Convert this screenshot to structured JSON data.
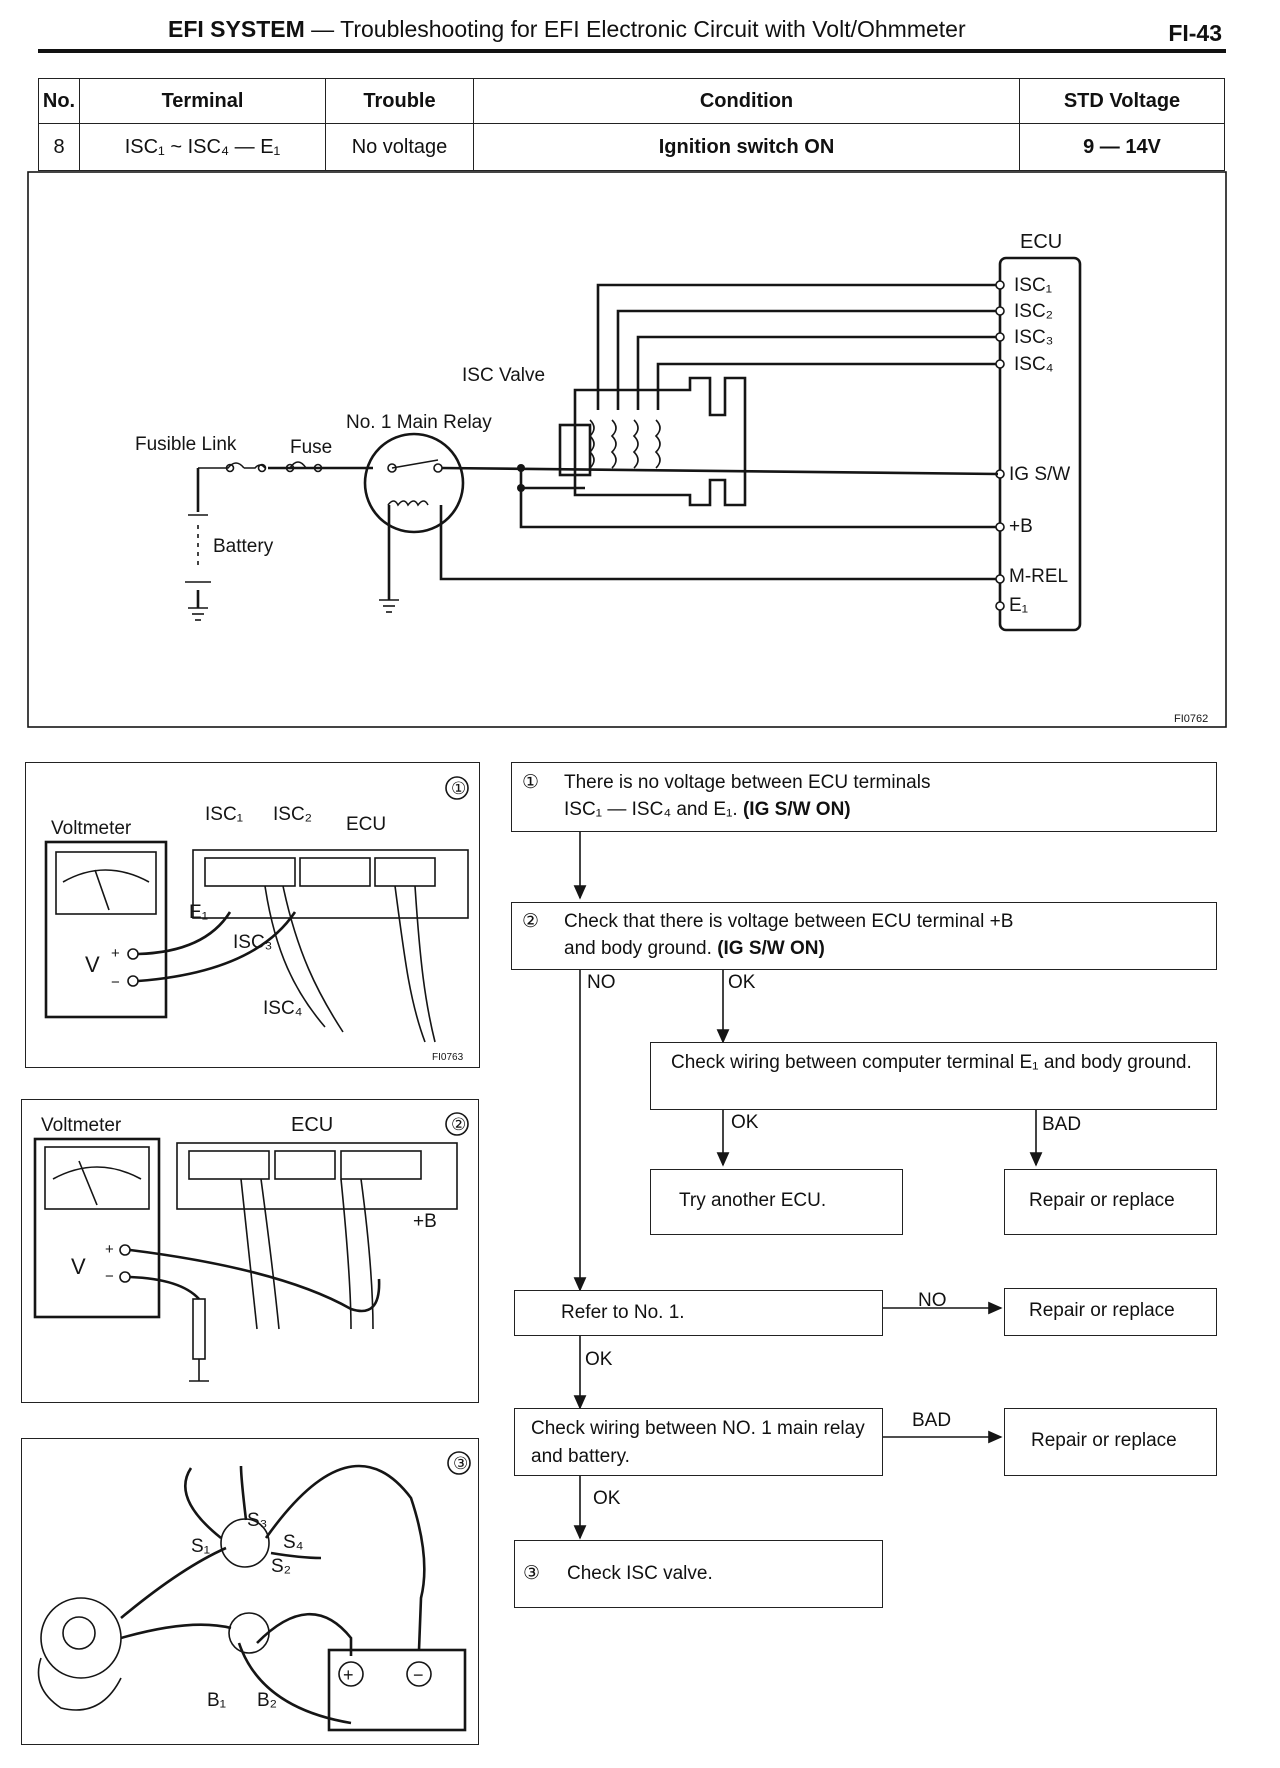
{
  "header": {
    "section": "EFI SYSTEM",
    "dash": "—",
    "subtitle": "Troubleshooting for EFI Electronic Circuit with Volt/Ohmmeter",
    "page": "FI-43"
  },
  "spec_table": {
    "columns": [
      "No.",
      "Terminal",
      "Trouble",
      "Condition",
      "STD Voltage"
    ],
    "row": {
      "no": "8",
      "terminal": "ISC₁ ~ ISC₄ — E₁",
      "trouble": "No voltage",
      "condition": "Ignition switch ON",
      "std_voltage": "9 — 14V"
    }
  },
  "circuit": {
    "ecu": "ECU",
    "isc_valve": "ISC Valve",
    "relay": "No. 1 Main Relay",
    "fusible_link": "Fusible Link",
    "fuse": "Fuse",
    "battery": "Battery",
    "pins": [
      "ISC₁",
      "ISC₂",
      "ISC₃",
      "ISC₄",
      "IG S/W",
      "+B",
      "M-REL",
      "E₁"
    ],
    "fig_code": "FI0762"
  },
  "fig1": {
    "num": "①",
    "voltmeter": "Voltmeter",
    "isc1": "ISC₁",
    "isc2": "ISC₂",
    "ecu": "ECU",
    "e1": "E₁",
    "isc3": "ISC₃",
    "isc4": "ISC₄",
    "v": "V",
    "plus": "+",
    "minus": "−",
    "code": "FI0763"
  },
  "fig2": {
    "num": "②",
    "voltmeter": "Voltmeter",
    "ecu": "ECU",
    "plusb": "+B",
    "v": "V",
    "plus": "+",
    "minus": "−"
  },
  "fig3": {
    "num": "③",
    "s1": "S₁",
    "s2": "S₂",
    "s3": "S₃",
    "s4": "S₄",
    "b1": "B₁",
    "b2": "B₂"
  },
  "flow": {
    "step1_num": "①",
    "step1_line1": "There is no voltage between ECU terminals",
    "step1_line2": "ISC₁ — ISC₄ and E₁.",
    "step1_bold": "(IG S/W ON)",
    "step2_num": "②",
    "step2_line1": "Check that there is voltage between ECU terminal +B",
    "step2_line2": "and body ground.",
    "step2_bold": "(IG S/W ON)",
    "no": "NO",
    "ok": "OK",
    "bad": "BAD",
    "check_e1": "Check wiring between computer terminal E₁ and body ground.",
    "try_ecu": "Try another ECU.",
    "repair": "Repair or replace",
    "refer": "Refer to No. 1.",
    "check_relay": "Check wiring between NO. 1 main relay and battery.",
    "step3_num": "③",
    "step3": "Check ISC valve."
  }
}
